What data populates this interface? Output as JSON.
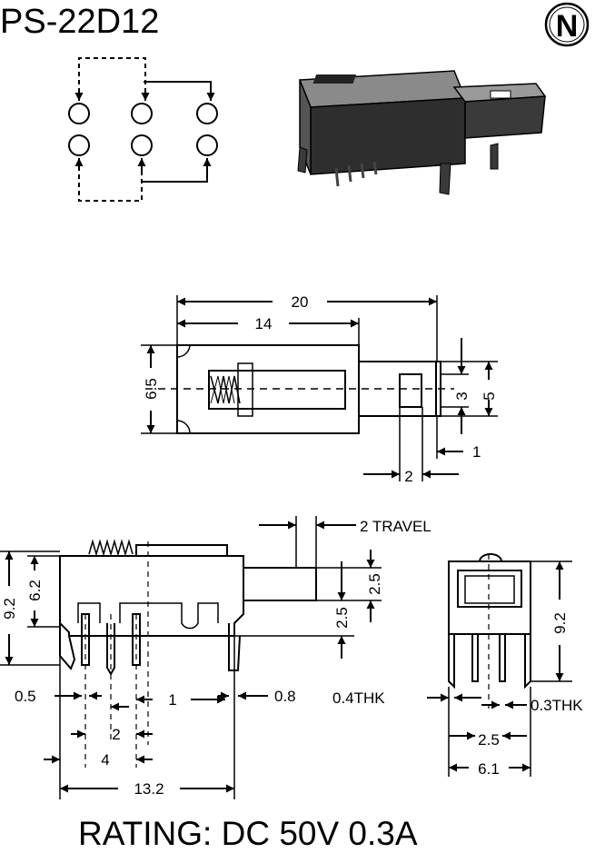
{
  "part_number": "PS-22D12",
  "logo_letter": "N",
  "rating": "RATING: DC 50V 0.3A",
  "top_view": {
    "overall_length": "20",
    "body_length": "14",
    "body_width": "6.5",
    "actuator_width": "5",
    "actuator_hole": "3",
    "actuator_tip": "1",
    "actuator_slot": "2"
  },
  "side_view": {
    "travel": "2 TRAVEL",
    "actuator_height": "2.5",
    "actuator_offset": "2.5",
    "overall_height": "9.2",
    "body_height": "6.2",
    "pin_width": "0.5",
    "pin_pitch": "1",
    "pin_spacing_2": "2",
    "pin_spacing_4": "4",
    "mount_pin_width": "0.8",
    "overall_length": "13.2"
  },
  "end_view": {
    "pin_thickness": "0.4THK",
    "mount_thickness": "0.3THK",
    "row_pitch": "2.5",
    "overall_width": "6.1",
    "height": "9.2"
  },
  "colors": {
    "ink": "#000000",
    "body_fill": "#3a3a3a",
    "background": "#ffffff"
  }
}
